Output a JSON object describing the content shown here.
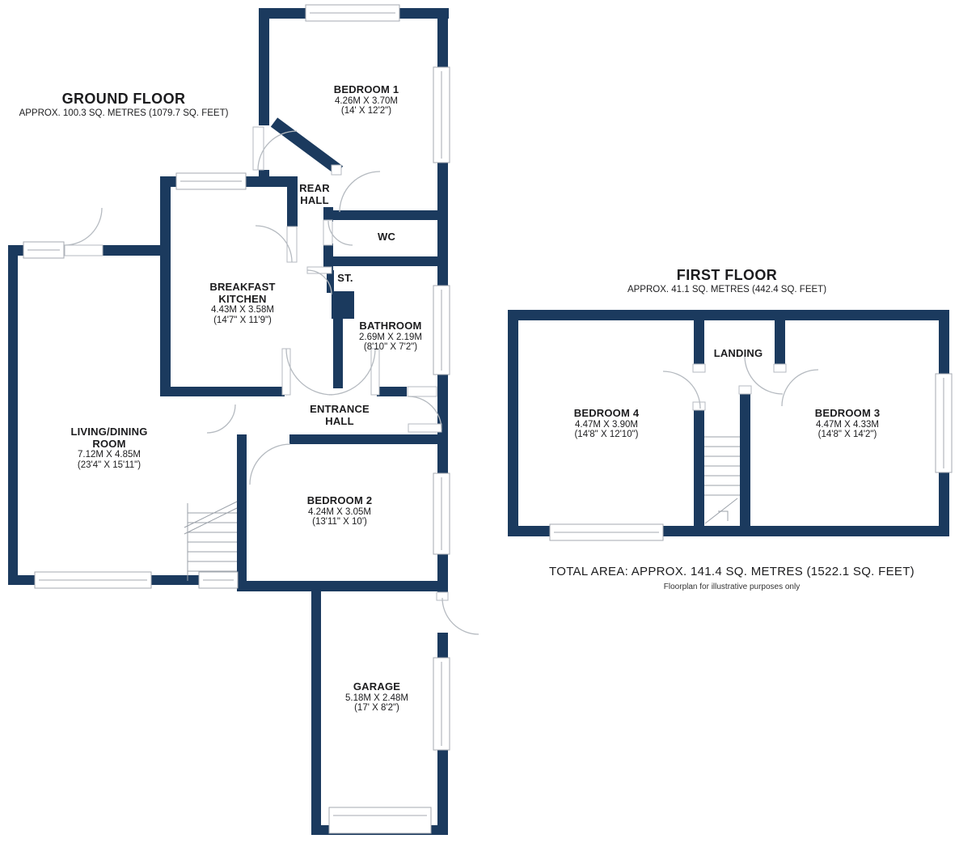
{
  "colors": {
    "wall": "#1b3a5e",
    "window_outline": "#a5aab2",
    "door_arc": "#b5bac0",
    "stair_line": "#9ba1a9",
    "text": "#1c1c1e"
  },
  "ground_floor": {
    "title": "GROUND FLOOR",
    "subtitle": "APPROX. 100.3 SQ. METRES (1079.7 SQ. FEET)",
    "rooms": {
      "bedroom1": {
        "line1": "BEDROOM 1",
        "metric": "4.26M X 3.70M",
        "imperial": "(14' X 12'2\")"
      },
      "rear_hall": {
        "line1": "REAR",
        "line2": "HALL"
      },
      "wc": {
        "line1": "WC"
      },
      "breakfast_kitchen": {
        "line1": "BREAKFAST",
        "line2": "KITCHEN",
        "metric": "4.43M X 3.58M",
        "imperial": "(14'7\" X 11'9\")"
      },
      "st": {
        "line1": "ST."
      },
      "bathroom": {
        "line1": "BATHROOM",
        "metric": "2.69M X 2.19M",
        "imperial": "(8'10\" X 7'2\")"
      },
      "living_dining": {
        "line1": "LIVING/DINING",
        "line2": "ROOM",
        "metric": "7.12M X 4.85M",
        "imperial": "(23'4\" X 15'11\")"
      },
      "entrance_hall": {
        "line1": "ENTRANCE",
        "line2": "HALL"
      },
      "bedroom2": {
        "line1": "BEDROOM 2",
        "metric": "4.24M X 3.05M",
        "imperial": "(13'11\" X 10')"
      },
      "garage": {
        "line1": "GARAGE",
        "metric": "5.18M X 2.48M",
        "imperial": "(17' X 8'2\")"
      }
    }
  },
  "first_floor": {
    "title": "FIRST FLOOR",
    "subtitle": "APPROX. 41.1 SQ. METRES (442.4 SQ. FEET)",
    "rooms": {
      "bedroom4": {
        "line1": "BEDROOM 4",
        "metric": "4.47M X 3.90M",
        "imperial": "(14'8\" X 12'10\")"
      },
      "landing": {
        "line1": "LANDING"
      },
      "bedroom3": {
        "line1": "BEDROOM 3",
        "metric": "4.47M X 4.33M",
        "imperial": "(14'8\" X 14'2\")"
      }
    }
  },
  "footer": {
    "total_area": "TOTAL AREA: APPROX. 141.4 SQ. METRES (1522.1 SQ. FEET)",
    "disclaimer": "Floorplan for illustrative purposes only"
  }
}
